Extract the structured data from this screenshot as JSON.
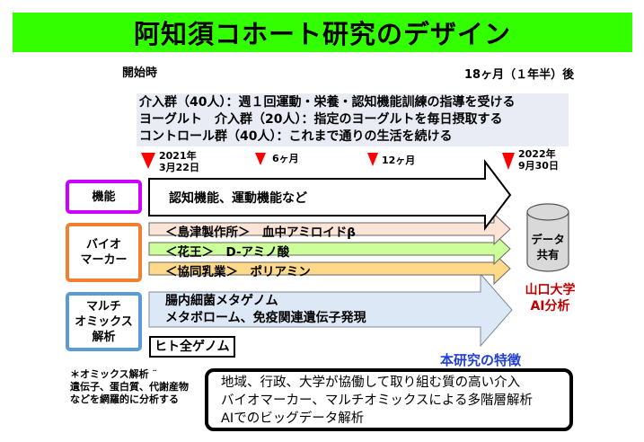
{
  "title": "阿知須コホート研究のデザイン",
  "timeline": {
    "start_label": "開始時",
    "end_label": "18ヶ月（１年半）後",
    "markers": [
      {
        "line1": "2021年",
        "line2": "3月22日"
      },
      {
        "line1": "6ヶ月",
        "line2": ""
      },
      {
        "line1": "12ヶ月",
        "line2": ""
      },
      {
        "line1": "2022年",
        "line2": "9月30日"
      }
    ]
  },
  "groups": [
    "介入群（40人）：週１回運動・栄養・認知機能訓練の指導を受ける",
    "ヨーグルト　介入群（20人）：指定のヨーグルトを毎日摂取する",
    "コントロール群（40人）：これまで通りの生活を続ける"
  ],
  "categories": {
    "function": {
      "label": "機能",
      "color": "#cc00ff"
    },
    "biomarker": {
      "line1": "バイオ",
      "line2": "マーカー",
      "color": "#f08030"
    },
    "multiomics": {
      "line1": "マルチ",
      "line2": "オミックス",
      "line3": "解析",
      "color": "#5b9bd5"
    }
  },
  "arrows": {
    "function": {
      "text": "認知機能、運動機能など",
      "color": "#ffffff"
    },
    "biomarkers": [
      {
        "text": "＜島津製作所＞　血中アミロイドβ",
        "color": "#fbe3d6"
      },
      {
        "text": "＜花王＞　D-アミノ酸",
        "color": "#ccff99"
      },
      {
        "text": "＜協同乳業＞　ポリアミン",
        "color": "#ffd98a"
      }
    ],
    "multiomics": {
      "line1": "腸内細菌メタゲノム",
      "line2": "メタボローム、免疫関連遺伝子発現",
      "color": "#dce8f5"
    }
  },
  "genome_label": "ヒト全ゲノム",
  "data_share": {
    "line1": "データ",
    "line2": "共有"
  },
  "analysis": {
    "line1": "山口大学",
    "line2": "AI分析"
  },
  "features_heading": "本研究の特徴",
  "omics_note": {
    "line1": "＊オミックス解析 ¨",
    "line2": "遺伝子、蛋白質、代謝産物",
    "line3": "などを網羅的に分析する"
  },
  "features": [
    "地域、行政、大学が協働して取り組む質の高い介入",
    "バイオマーカー、マルチオミックスによる多階層解析",
    "AIでのビッグデータ解析"
  ]
}
